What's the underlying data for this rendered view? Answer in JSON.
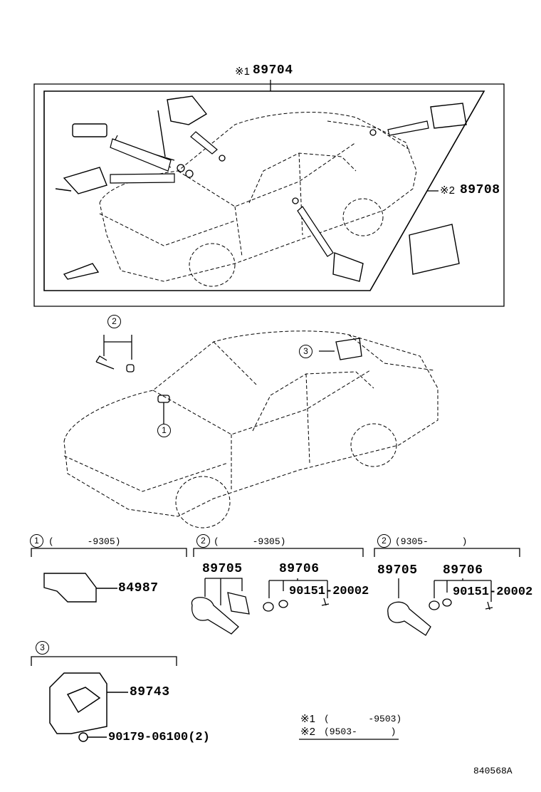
{
  "top": {
    "kit_label_mark": "※1",
    "kit_label_number": "89704",
    "kit2_mark": "※2",
    "kit2_number": "89708"
  },
  "callouts": {
    "c1": "1",
    "c2": "2",
    "c3": "3"
  },
  "sections": {
    "s1": {
      "badge": "1",
      "range": "(      -9305)",
      "part": "84987"
    },
    "s2": {
      "badge": "2",
      "range": "(      -9305)",
      "part_a": "89705",
      "part_b": "89706",
      "part_c": "90151-20002"
    },
    "s3": {
      "badge": "2",
      "range": "(9305-      )",
      "part_a": "89705",
      "part_b": "89706",
      "part_c": "90151-20002"
    },
    "s4": {
      "badge": "3",
      "part_a": "89743",
      "part_b": "90179-06100(2)"
    }
  },
  "notes": {
    "n1_mark": "※1",
    "n1_range": "(       -9503)",
    "n2_mark": "※2",
    "n2_range": "(9503-      )"
  },
  "figure_code": "840568A"
}
